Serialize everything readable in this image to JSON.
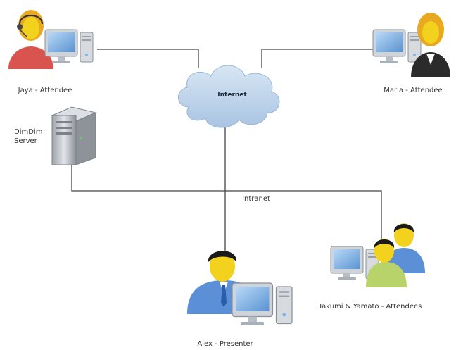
{
  "diagram": {
    "nodes": {
      "jaya": {
        "label": "Jaya - Attendee",
        "icon": "attendee-headset-computer-icon"
      },
      "maria": {
        "label": "Maria - Attendee",
        "icon": "attendee-computer-icon"
      },
      "server": {
        "label_line1": "DimDim",
        "label_line2": "Server",
        "icon": "server-tower-icon"
      },
      "alex": {
        "label": "Alex - Presenter",
        "icon": "presenter-computer-icon"
      },
      "takumi": {
        "label": "Takumi & Yamato - Attendees",
        "icon": "two-attendees-computer-icon"
      }
    },
    "networks": {
      "internet": {
        "label": "Internet",
        "icon": "cloud-icon"
      },
      "intranet": {
        "label": "Intranet"
      }
    },
    "colors": {
      "cloud": "#b8d0e8",
      "line": "#444444",
      "skin": "#f2d21c",
      "hair": "#1a1a1a",
      "blonde": "#e8a820",
      "shirt_blue": "#5b8fd6",
      "shirt_red": "#d9534f",
      "shirt_green": "#b7d36a",
      "monitor_screen": "#7fb4e6",
      "computer_gray": "#c9cdd3"
    }
  }
}
